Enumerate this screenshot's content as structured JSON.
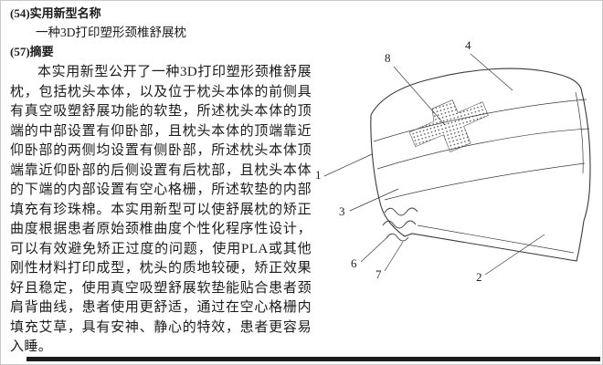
{
  "page": {
    "field54_label": "(54)实用新型名称",
    "title": "一种3D打印塑形颈椎舒展枕",
    "field57_label": "(57)摘要",
    "abstract": "本实用新型公开了一种3D打印塑形颈椎舒展枕，包括枕头本体，以及位于枕头本体的前侧具有真空吸塑舒展功能的软垫，所述枕头本体的顶端的中部设置有仰卧部，且枕头本体的顶端靠近仰卧部的两侧均设置有侧卧部，所述枕头本体顶端靠近仰卧部的后侧设置有后枕部，且枕头本体的下端的内部设置有空心格栅，所述软垫的内部填充有珍珠棉。本实用新型可以使舒展枕的矫正曲度根据患者原始颈椎曲度个性化程序性设计，可以有效避免矫正过度的问题，使用PLA或其他刚性材料打印成型，枕头的质地较硬，矫正效果好且稳定，使用真空吸塑舒展软垫能贴合患者颈肩背曲线，患者使用更舒适，通过在空心格栅内填充艾草，具有安神、静心的特效，患者更容易入睡。"
  },
  "figure": {
    "labels": [
      "8",
      "4",
      "1",
      "3",
      "6",
      "7",
      "2"
    ],
    "line_color": "#3a3a3a"
  }
}
